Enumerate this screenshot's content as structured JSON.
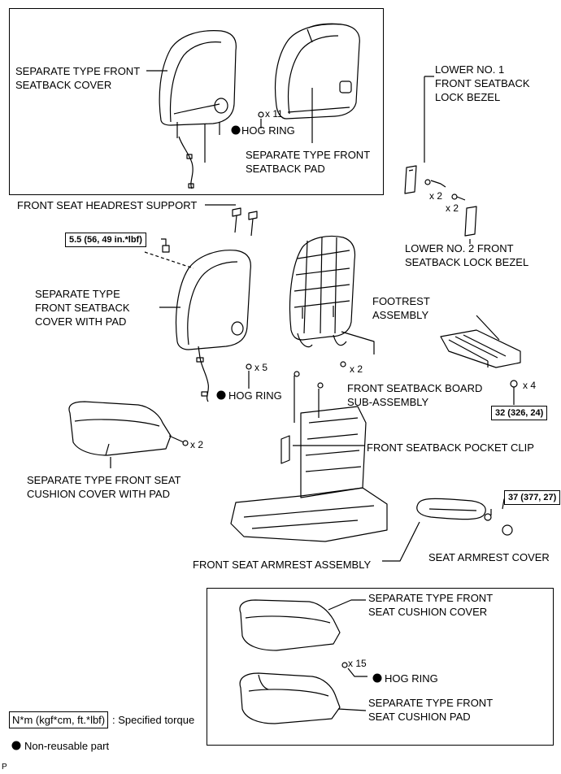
{
  "labels": {
    "sep_front_seatback_cover": "SEPARATE TYPE FRONT\nSEATBACK COVER",
    "hog_ring_qty_1": "x 11",
    "hog_ring_1": "HOG RING",
    "sep_front_seatback_pad": "SEPARATE TYPE FRONT\nSEATBACK PAD",
    "lower_no1_bezel": "LOWER NO. 1\nFRONT SEATBACK\nLOCK BEZEL",
    "bezel1_qty": "x 2",
    "bezel2_qty": "x 2",
    "lower_no2_bezel": "LOWER NO. 2 FRONT\nSEATBACK LOCK BEZEL",
    "headrest_support": "FRONT SEAT HEADREST SUPPORT",
    "torque_1": "5.5 (56, 49 in.*lbf)",
    "sep_cover_with_pad": "SEPARATE TYPE\nFRONT SEATBACK\nCOVER WITH PAD",
    "hog_ring_qty_2": "x 5",
    "hog_ring_2": "HOG RING",
    "board_qty": "x 2",
    "board_sub_assembly": "FRONT SEATBACK BOARD\nSUB-ASSEMBLY",
    "footrest_assembly": "FOOTREST\nASSEMBLY",
    "footrest_qty": "x 4",
    "torque_2": "32 (326, 24)",
    "cushion_qty": "x 2",
    "pocket_clip": "FRONT SEATBACK POCKET CLIP",
    "cushion_cover_with_pad": "SEPARATE TYPE FRONT SEAT\nCUSHION COVER WITH PAD",
    "torque_3": "37 (377, 27)",
    "armrest_assembly": "FRONT SEAT ARMREST ASSEMBLY",
    "armrest_cover": "SEAT ARMREST COVER",
    "sep_cushion_cover": "SEPARATE TYPE FRONT\nSEAT CUSHION COVER",
    "hog_ring_qty_3": "x 15",
    "hog_ring_3": "HOG RING",
    "sep_cushion_pad": "SEPARATE TYPE FRONT\nSEAT CUSHION PAD"
  },
  "legend": {
    "torque_unit": "N*m (kgf*cm, ft.*lbf)",
    "torque_desc": ": Specified torque",
    "non_reusable": "Non-reusable part"
  },
  "corner_code": "P"
}
